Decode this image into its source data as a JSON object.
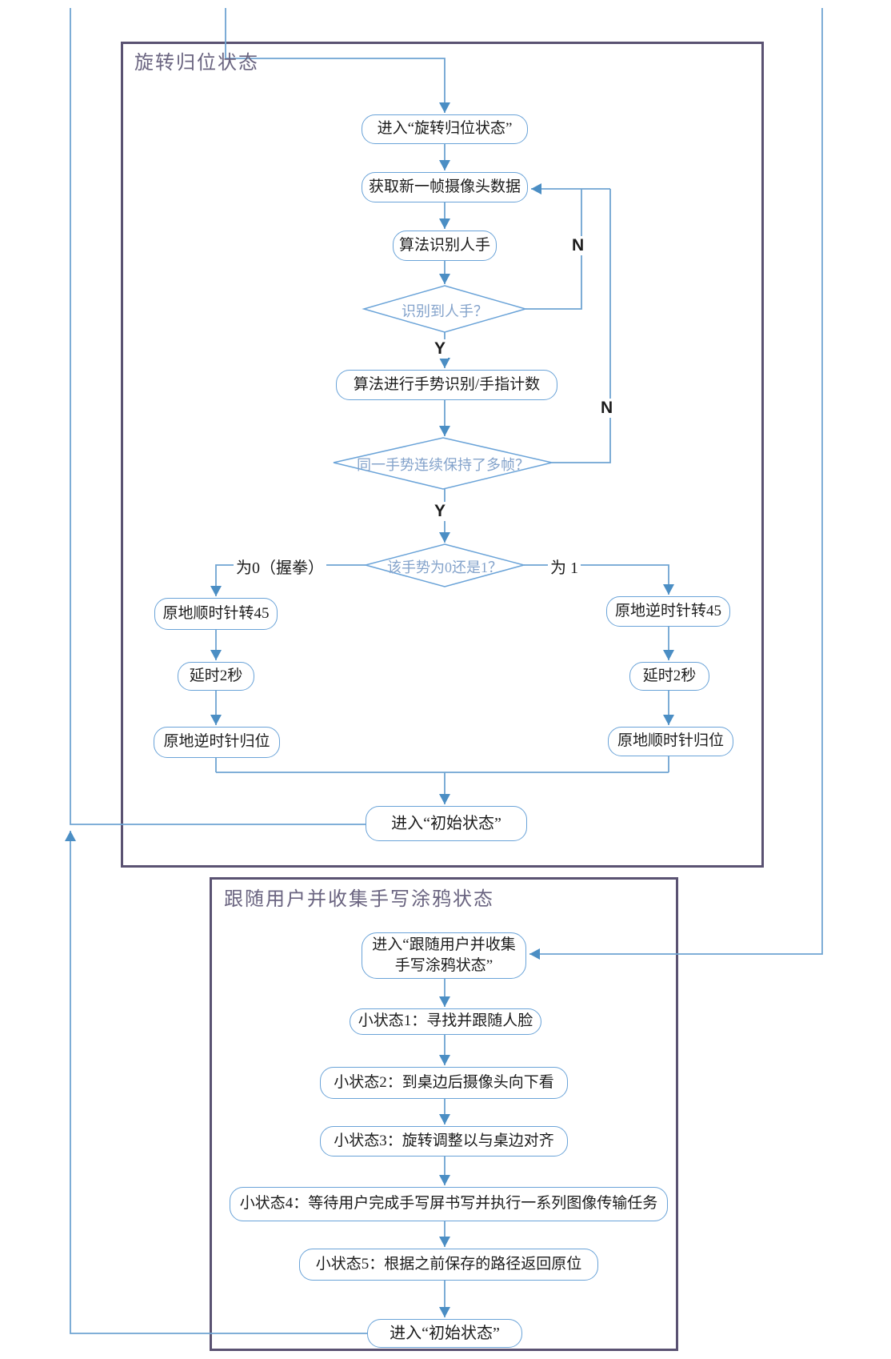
{
  "top": {
    "title": "旋转归位状态",
    "nodes": {
      "enter": "进入“旋转归位状态”",
      "capture": "获取新一帧摄像头数据",
      "recognize": "算法识别人手",
      "gesture": "算法进行手势识别/手指计数",
      "cw45": "原地顺时针转45",
      "delayL": "延时2秒",
      "ccwHome": "原地逆时针归位",
      "ccw45": "原地逆时针转45",
      "delayR": "延时2秒",
      "cwHome": "原地顺时针归位",
      "initial": "进入“初始状态”"
    },
    "diamonds": {
      "hand": "识别到人手？",
      "frames": "同一手势连续保持了多帧？",
      "zeroOne": "该手势为0还是1？"
    },
    "labels": {
      "y1": "Y",
      "y2": "Y",
      "n1": "N",
      "n2": "N",
      "branch0": "为0（握拳）",
      "branch1": "为 1"
    }
  },
  "bottom": {
    "title": "跟随用户并收集手写涂鸦状态",
    "nodes": {
      "enter1": "进入“跟随用户并收集",
      "enter2": "手写涂鸦状态”",
      "s1": "小状态1：寻找并跟随人脸",
      "s2": "小状态2：到桌边后摄像头向下看",
      "s3": "小状态3：旋转调整以与桌边对齐",
      "s4": "小状态4：等待用户完成手写屏书写并执行一系列图像传输任务",
      "s5": "小状态5：根据之前保存的路径返回原位",
      "initial": "进入“初始状态”"
    }
  },
  "colors": {
    "line": "#6fa4d2",
    "arrowhead": "#4b8ec4",
    "node_border": "#6aa3d8",
    "diamond_text": "#84a3cb",
    "box_border": "#5a5272",
    "box_title": "#6a6480"
  }
}
